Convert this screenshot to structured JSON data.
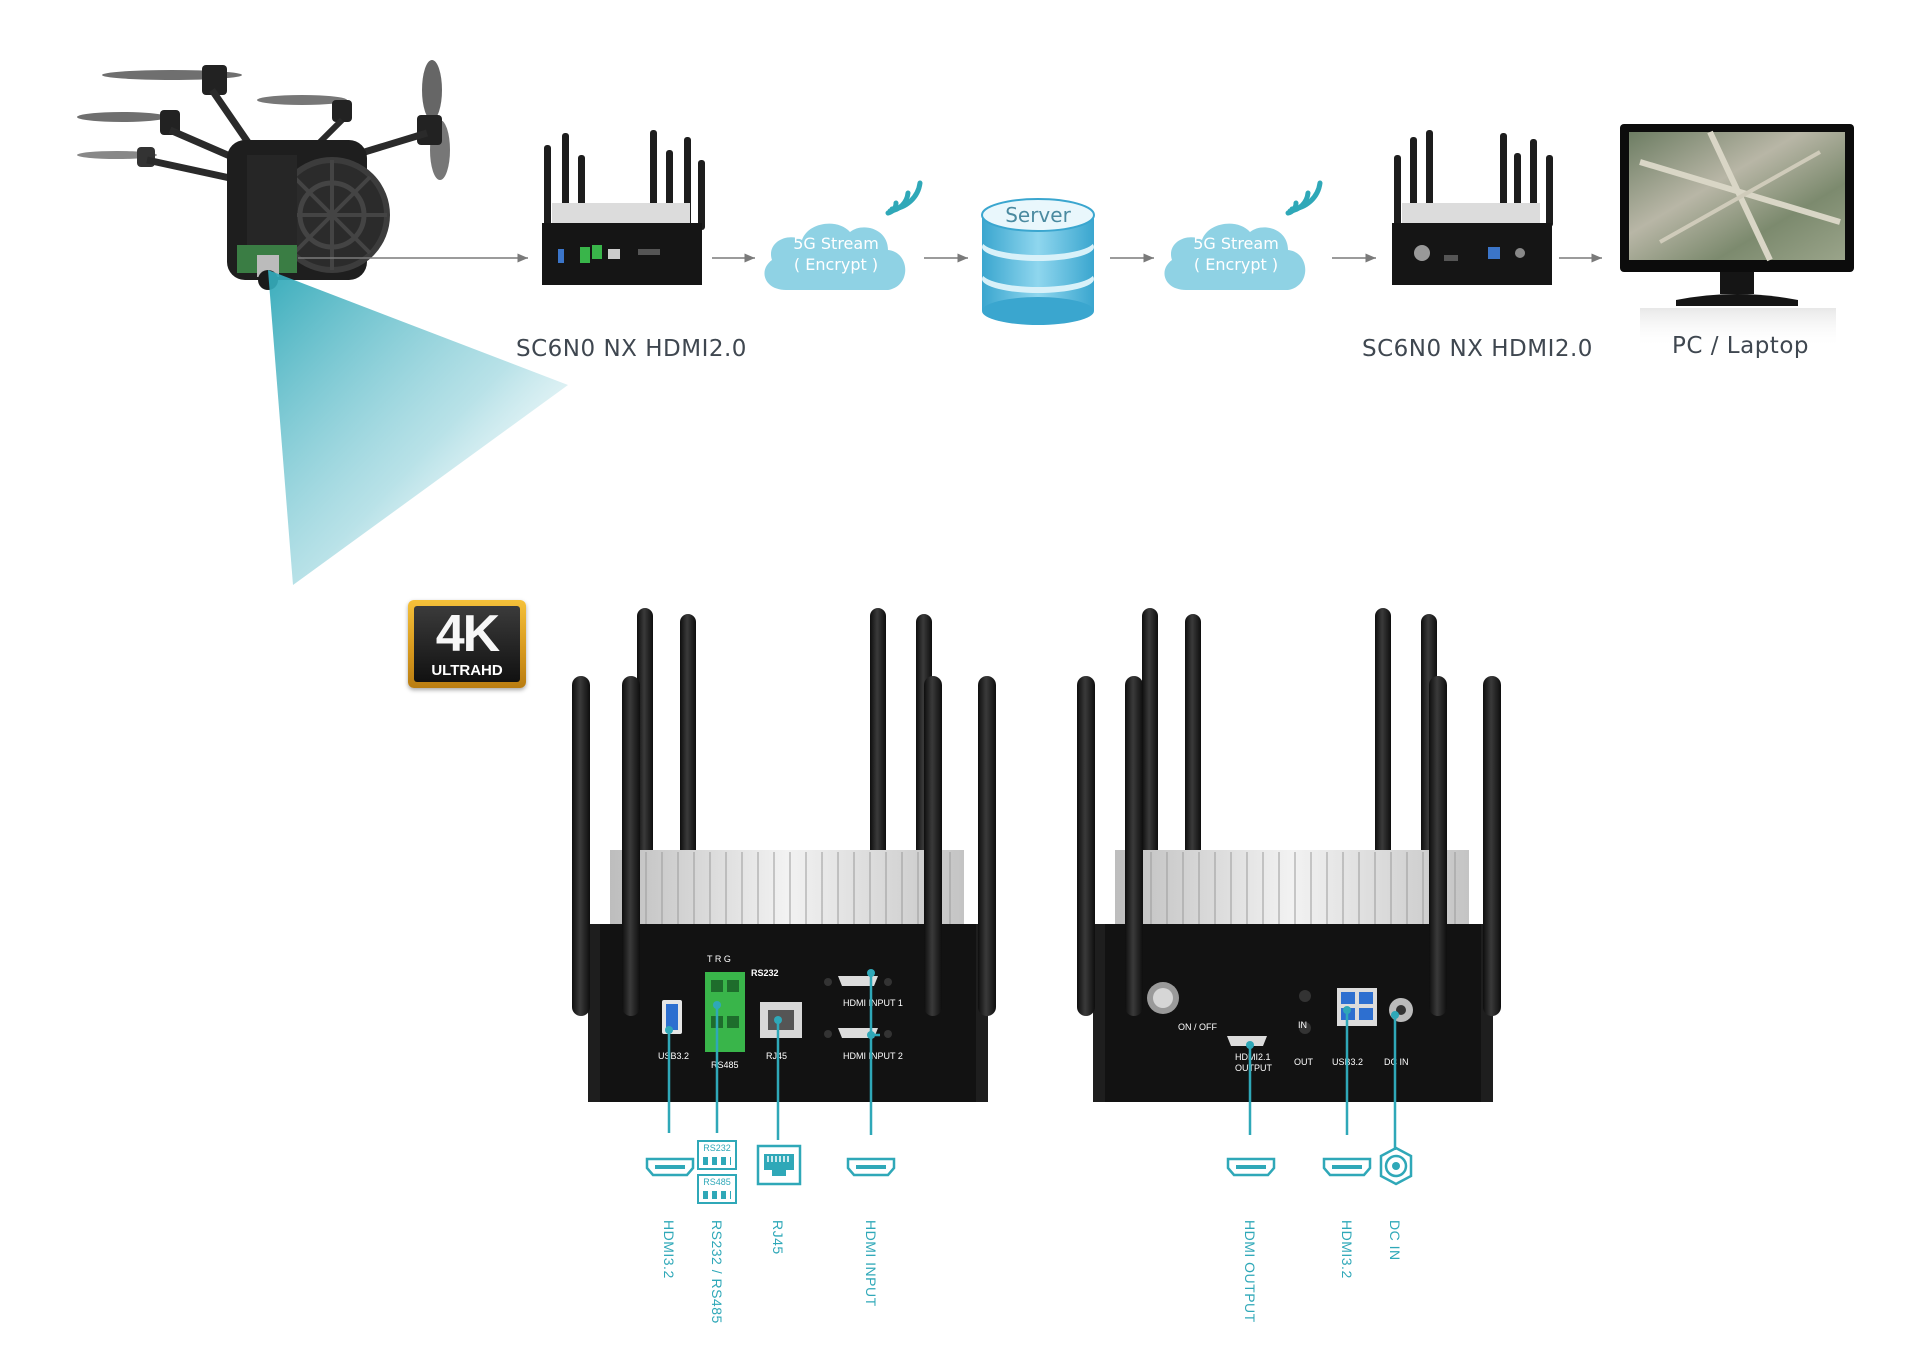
{
  "top_flow": {
    "sender_caption": "SC6N0 NX HDMI2.0",
    "receiver_caption": "SC6N0 NX HDMI2.0",
    "display_caption": "PC / Laptop",
    "cloud_left": {
      "line1": "5G Stream",
      "line2": "( Encrypt )"
    },
    "cloud_right": {
      "line1": "5G Stream",
      "line2": "( Encrypt )"
    },
    "server_label": "Server"
  },
  "badge": {
    "main": "4K",
    "sub": "ULTRAHD"
  },
  "sender_panel": {
    "usb": "USB3.2",
    "trg": "T  R  G",
    "rs232_top": "RS232",
    "rs485": "RS485",
    "rj45": "RJ45",
    "hdmi_in1": "HDMI INPUT 1",
    "hdmi_in2": "HDMI INPUT 2"
  },
  "receiver_panel": {
    "onoff": "ON / OFF",
    "hdmi_out_line1": "HDMI2.1",
    "hdmi_out_line2": "OUTPUT",
    "in": "IN",
    "out": "OUT",
    "usb": "USB3.2",
    "dcin": "DC IN"
  },
  "icon_labels": {
    "rs232": "RS232",
    "rs485": "RS485"
  },
  "port_labels": {
    "hdmi32_left": "HDMI3.2",
    "rs232_rs485": "RS232 / RS485",
    "rj45": "RJ45",
    "hdmi_input": "HDMI INPUT",
    "hdmi_output": "HDMI OUTPUT",
    "hdmi32_right": "HDMI3.2",
    "dc_in": "DC IN"
  },
  "colors": {
    "accent": "#2fa8b8",
    "cloud": "#8fd2e4",
    "server": "#4bb6d8",
    "arrow": "#7a7a7a"
  },
  "icons": [
    "drone-icon",
    "router-icon",
    "cloud-icon",
    "wifi-signal-icon",
    "server-icon",
    "monitor-icon",
    "hdmi-port-icon",
    "rs232-terminal-icon",
    "rj45-port-icon",
    "dc-jack-icon"
  ]
}
